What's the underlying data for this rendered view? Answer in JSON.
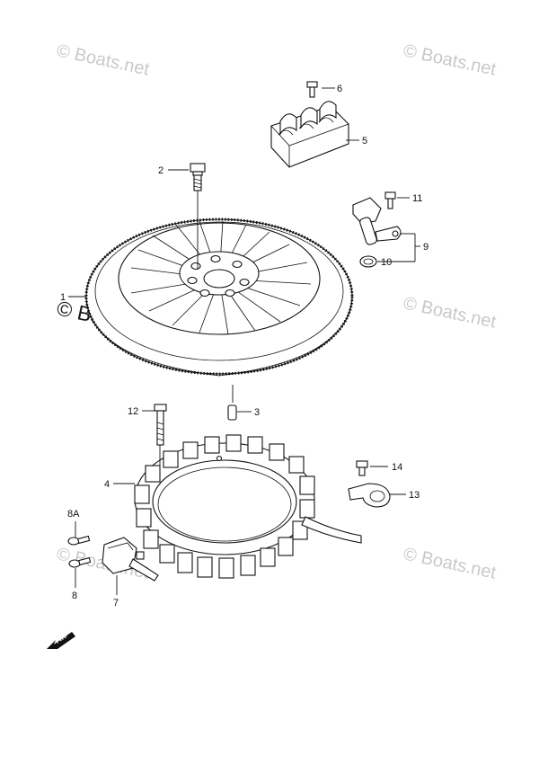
{
  "watermarks": {
    "small": "© Boats.net",
    "large": "© Boats.net"
  },
  "callouts": [
    {
      "id": "1",
      "label": "1"
    },
    {
      "id": "2",
      "label": "2"
    },
    {
      "id": "3",
      "label": "3"
    },
    {
      "id": "4",
      "label": "4"
    },
    {
      "id": "5",
      "label": "5"
    },
    {
      "id": "6",
      "label": "6"
    },
    {
      "id": "7",
      "label": "7"
    },
    {
      "id": "8",
      "label": "8"
    },
    {
      "id": "8A",
      "label": "8A"
    },
    {
      "id": "9",
      "label": "9"
    },
    {
      "id": "10",
      "label": "10"
    },
    {
      "id": "11",
      "label": "11"
    },
    {
      "id": "12",
      "label": "12"
    },
    {
      "id": "13",
      "label": "13"
    },
    {
      "id": "14",
      "label": "14"
    }
  ],
  "fwd_label": "FWD"
}
